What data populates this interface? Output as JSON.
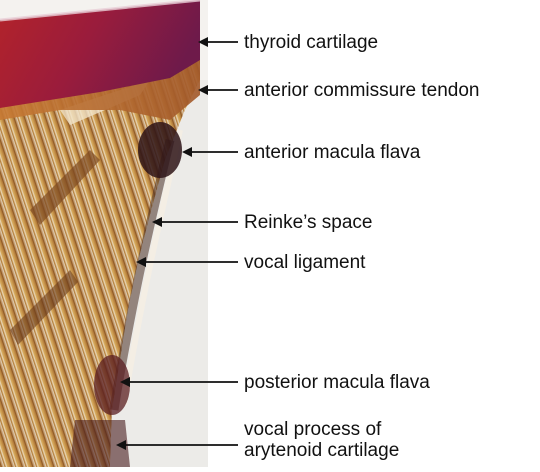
{
  "figure": {
    "description_icon": "histology-section-image",
    "labels": [
      {
        "id": "thyroid-cartilage",
        "lines": [
          "thyroid cartilage"
        ]
      },
      {
        "id": "anterior-commissure-tendon",
        "lines": [
          "anterior commissure tendon"
        ]
      },
      {
        "id": "anterior-macula-flava",
        "lines": [
          "anterior macula flava"
        ]
      },
      {
        "id": "reinkes-space",
        "lines": [
          "Reinke’s space"
        ]
      },
      {
        "id": "vocal-ligament",
        "lines": [
          "vocal ligament"
        ]
      },
      {
        "id": "posterior-macula-flava",
        "lines": [
          "posterior macula flava"
        ]
      },
      {
        "id": "vocal-process",
        "lines": [
          "vocal process of",
          "arytenoid cartilage"
        ]
      }
    ],
    "colors": {
      "cartilage": "#8a1f3a",
      "tendon": "#b5652a",
      "tissue": "#c99a4a",
      "dark_spot": "#2e1418",
      "background_panel": "#ececec"
    }
  }
}
